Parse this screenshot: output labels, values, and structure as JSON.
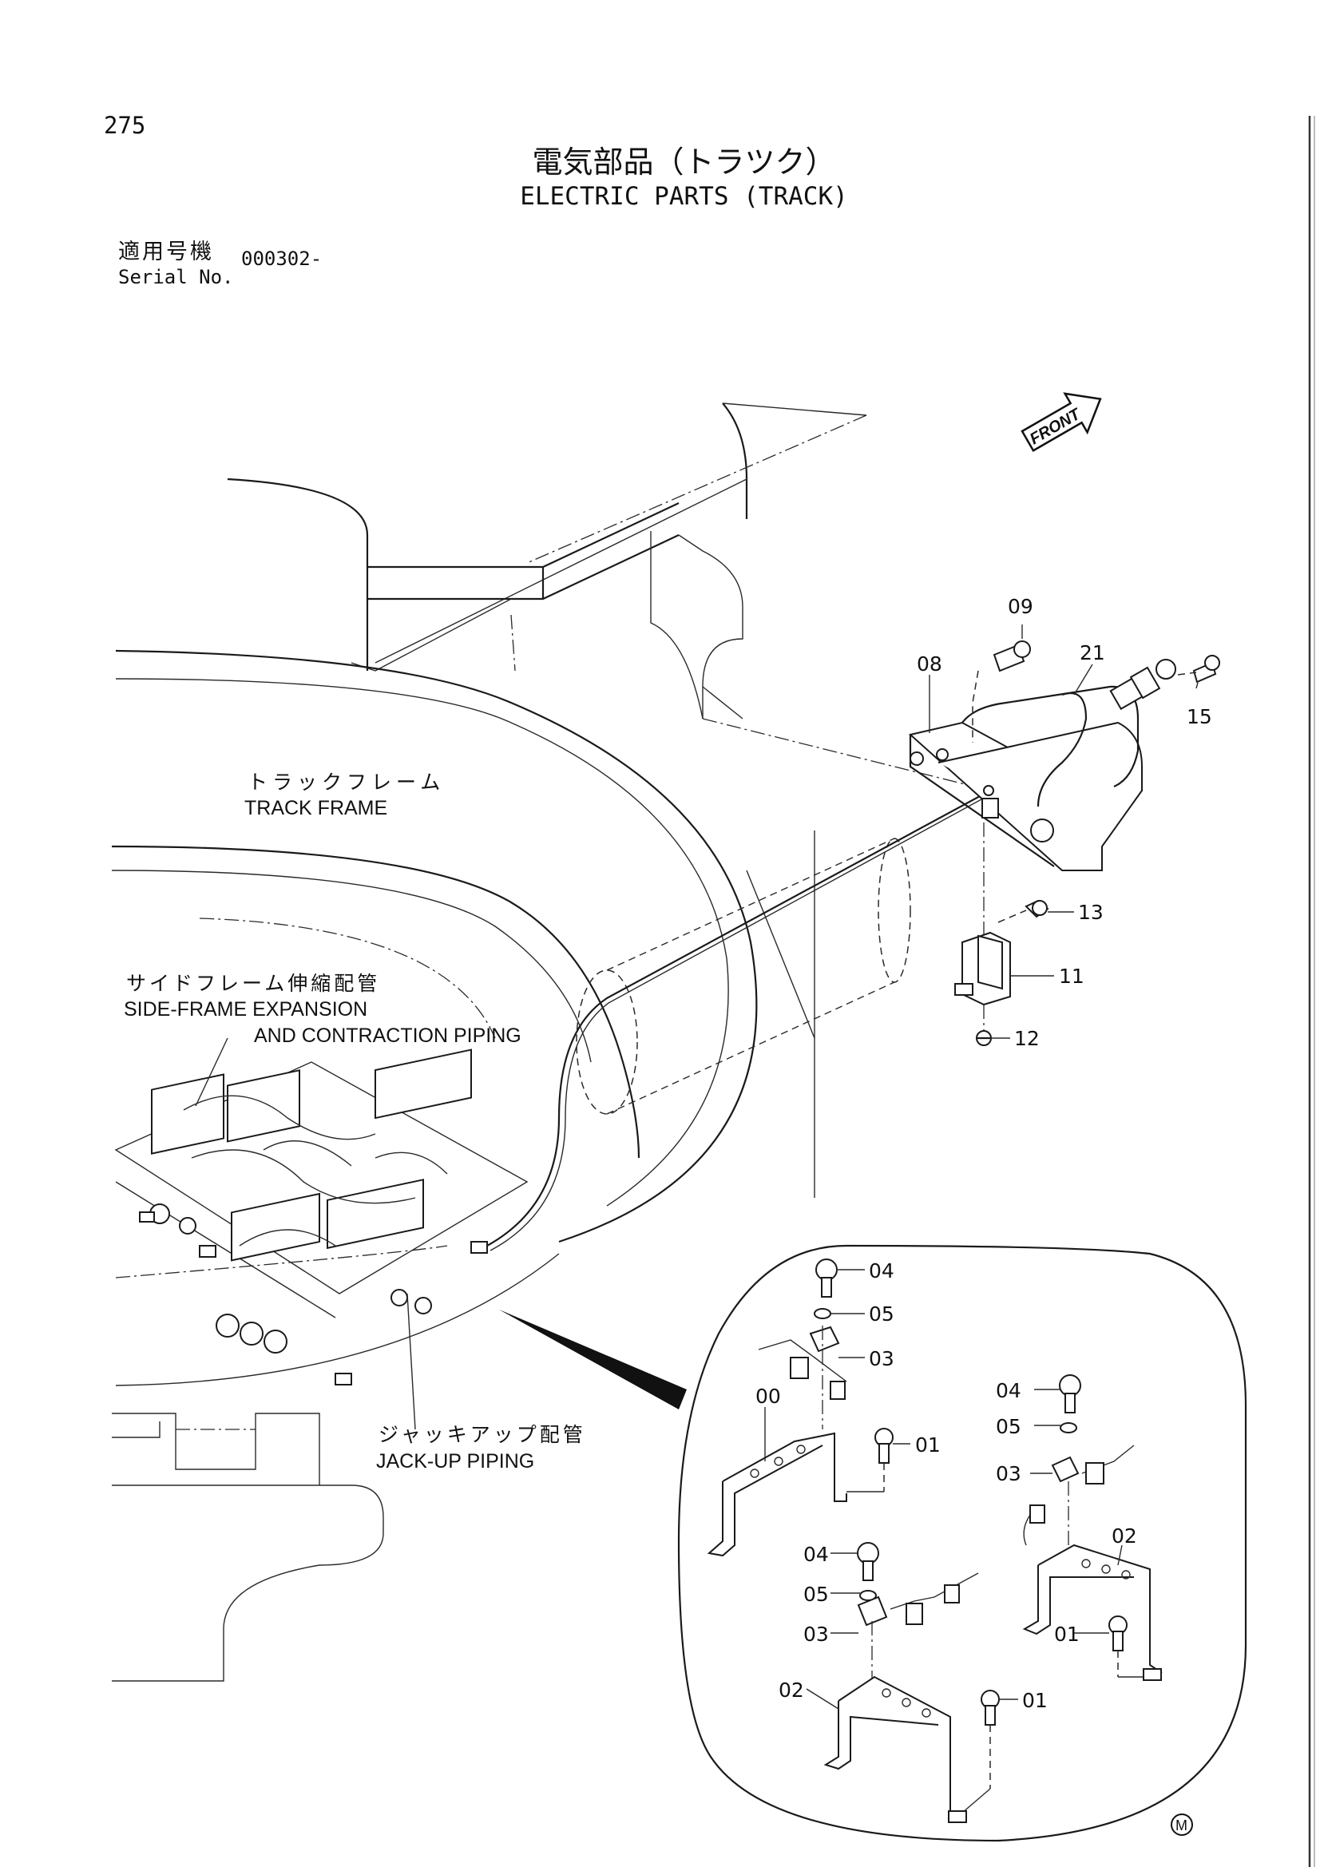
{
  "page": {
    "number": "275",
    "title_jp": "電気部品（トラツク）",
    "title_en": "ELECTRIC PARTS (TRACK)"
  },
  "serial": {
    "label_jp": "適用号機",
    "label_en": "Serial No.",
    "value": "000302-"
  },
  "diagram": {
    "front_label": "FRONT",
    "labels": {
      "track_frame_jp": "トラックフレーム",
      "track_frame_en": "TRACK FRAME",
      "side_frame_jp": "サイドフレーム伸縮配管",
      "side_frame_en_1": "SIDE-FRAME EXPANSION",
      "side_frame_en_2": "AND CONTRACTION PIPING",
      "jackup_jp": "ジャッキアップ配管",
      "jackup_en": "JACK-UP PIPING"
    },
    "callouts": {
      "c09": "09",
      "c21": "21",
      "c08": "08",
      "c15": "15",
      "c13": "13",
      "c11": "11",
      "c12": "12",
      "d04a": "04",
      "d05a": "05",
      "d03a": "03",
      "d00": "00",
      "d01a": "01",
      "d04b": "04",
      "d05b": "05",
      "d03b": "03",
      "d02a": "02",
      "d01b": "01",
      "d04c": "04",
      "d05c": "05",
      "d03c": "03",
      "d02b": "02",
      "d01c": "01"
    },
    "corner_mark": "M"
  }
}
